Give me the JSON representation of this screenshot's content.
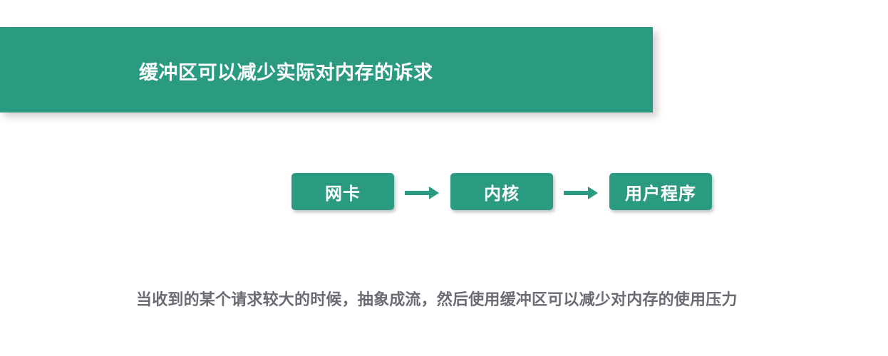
{
  "banner": {
    "title": "缓冲区可以减少实际对内存的诉求"
  },
  "flow": {
    "nodes": [
      {
        "label": "网卡"
      },
      {
        "label": "内核"
      },
      {
        "label": "用户程序"
      }
    ]
  },
  "caption": "当收到的某个请求较大的时候，抽象成流，然后使用缓冲区可以减少对内存的使用压力",
  "colors": {
    "accent": "#2a9a80",
    "caption_text": "#6b6b74"
  }
}
